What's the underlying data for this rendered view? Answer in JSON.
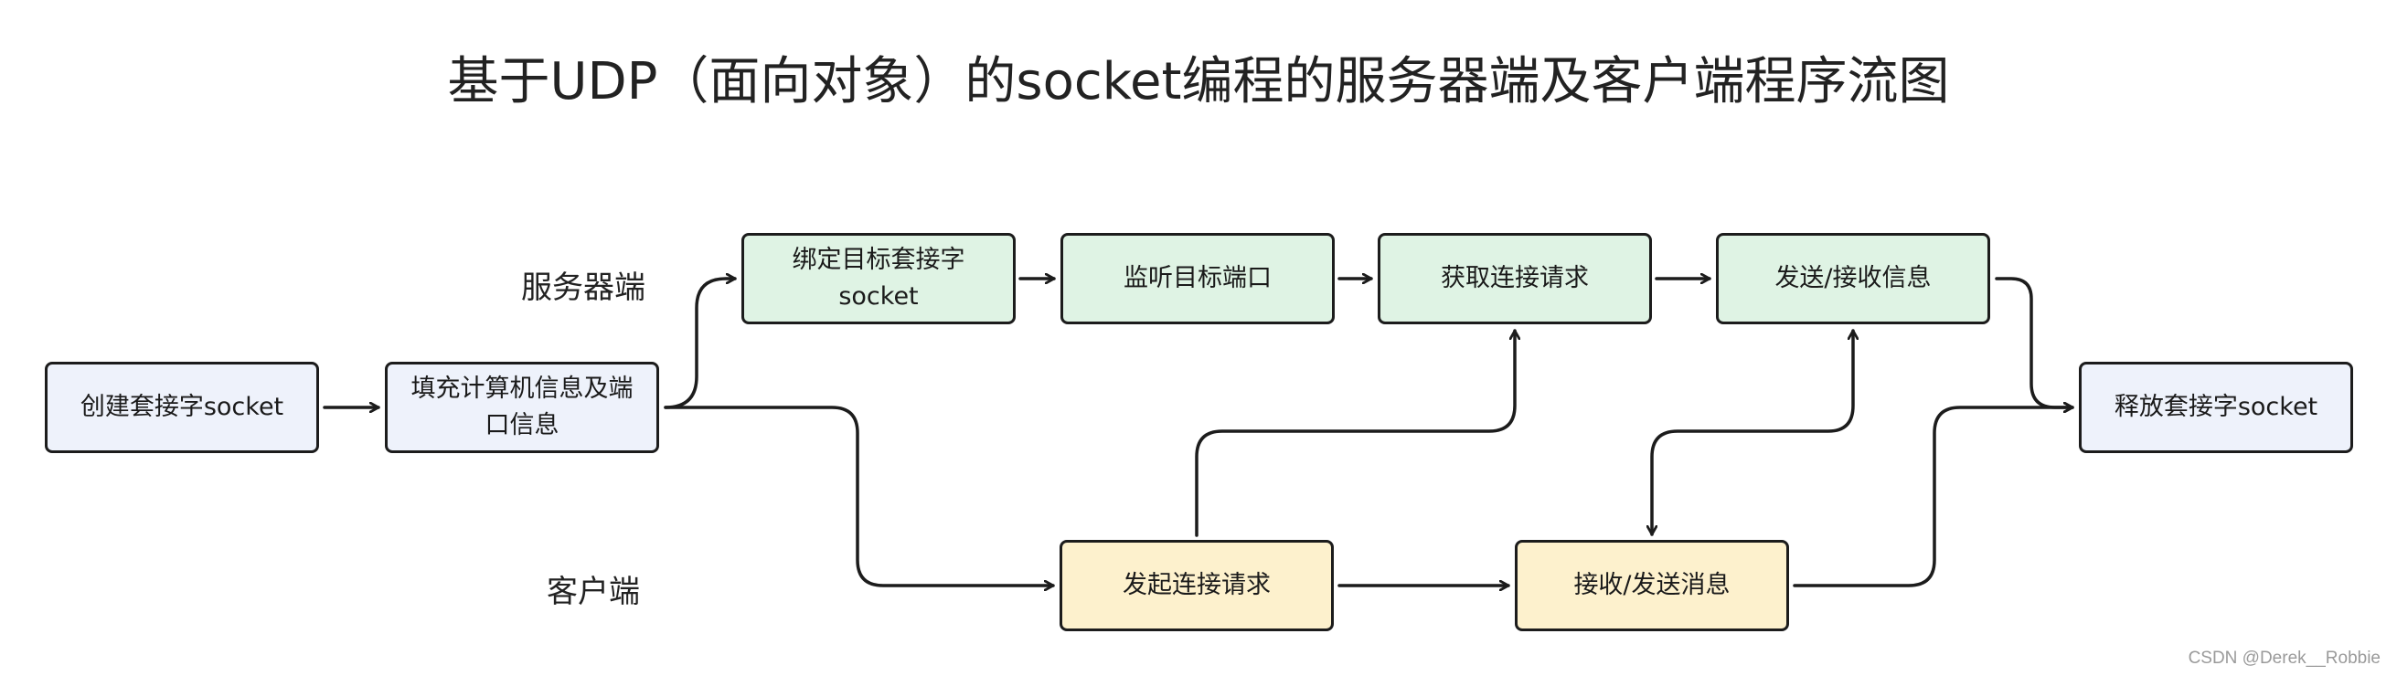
{
  "title": "基于UDP（面向对象）的socket编程的服务器端及客户端程序流图",
  "lanes": {
    "server": "服务器端",
    "client": "客户端"
  },
  "nodes": {
    "create": {
      "line1": "创建套接字socket",
      "line2": "",
      "color": "blue"
    },
    "fill": {
      "line1": "填充计算机信息及端",
      "line2": "口信息",
      "color": "blue"
    },
    "bind": {
      "line1": "绑定目标套接字",
      "line2": "socket",
      "color": "green"
    },
    "listen": {
      "line1": "监听目标端口",
      "line2": "",
      "color": "green"
    },
    "accept": {
      "line1": "获取连接请求",
      "line2": "",
      "color": "green"
    },
    "sendrecv": {
      "line1": "发送/接收信息",
      "line2": "",
      "color": "green"
    },
    "release": {
      "line1": "释放套接字socket",
      "line2": "",
      "color": "blue"
    },
    "connect": {
      "line1": "发起连接请求",
      "line2": "",
      "color": "yellow"
    },
    "recvsend": {
      "line1": "接收/发送消息",
      "line2": "",
      "color": "yellow"
    }
  },
  "colors": {
    "blue": "#eef2fb",
    "green": "#dff3e4",
    "yellow": "#fdf1cd",
    "stroke": "#1c1c1c"
  },
  "watermark": "CSDN @Derek__Robbie"
}
